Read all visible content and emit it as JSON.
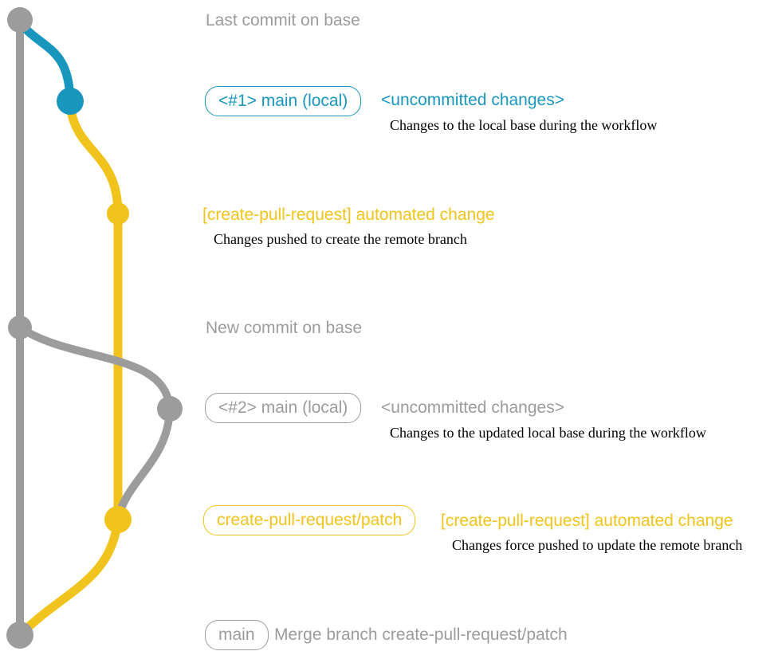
{
  "colors": {
    "base_gray": "#9c9c9c",
    "local_main_blue": "#1896bd",
    "patch_branch_yellow": "#f0c41c",
    "description_text": "#000000",
    "background": "#ffffff"
  },
  "graph": {
    "branches": [
      {
        "name": "base",
        "color_key": "base_gray"
      },
      {
        "name": "main (local)",
        "color_key": "local_main_blue"
      },
      {
        "name": "create-pull-request/patch",
        "color_key": "patch_branch_yellow"
      }
    ],
    "commit_count": 7
  },
  "annotations": {
    "last_commit": {
      "text": "Last commit on base"
    },
    "row1": {
      "badge": "<#1> main (local)",
      "title": "<uncommitted changes>",
      "desc": "Changes to the local base during the workflow"
    },
    "cpr1": {
      "title": "[create-pull-request] automated change",
      "desc": "Changes pushed to create the remote branch"
    },
    "new_commit": {
      "text": "New commit on base"
    },
    "row2": {
      "badge": "<#2> main (local)",
      "title": "<uncommitted changes>",
      "desc": "Changes to the updated local base during the workflow"
    },
    "cpr2": {
      "badge": "create-pull-request/patch",
      "title": "[create-pull-request] automated change",
      "desc": "Changes force pushed to update the remote branch"
    },
    "merge": {
      "badge": "main",
      "text": "Merge branch create-pull-request/patch"
    }
  }
}
